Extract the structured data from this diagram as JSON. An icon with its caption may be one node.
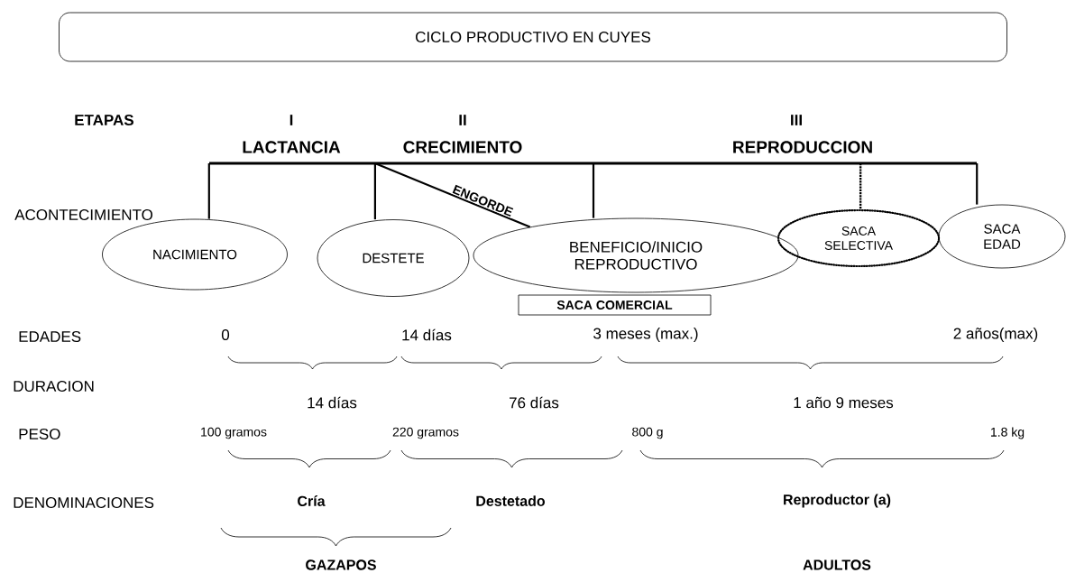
{
  "diagram": {
    "nodes": [
      {
        "text": [
          "CICLO PRODUCTIVO EN CUYES"
        ]
      },
      {
        "text": [],
        "shape": "bar"
      },
      {
        "text": [
          "NACIMIENTO"
        ]
      },
      {
        "text": [
          "DESTETE"
        ]
      },
      {
        "text": [
          "BENEFICIO/INICIO REPRODUCTIVO"
        ]
      },
      {
        "text": [
          "SACA SELECTIVA"
        ]
      },
      {
        "text": [
          "SACA EDAD"
        ]
      },
      {
        "text": [
          "SACA COMERCIAL"
        ]
      }
    ],
    "edges": [
      {
        "from": 1,
        "to": 2,
        "arrow": "none"
      },
      {
        "from": 1,
        "to": 3,
        "arrow": "none"
      },
      {
        "from": 1,
        "to": 4,
        "arrow": "none",
        "label": "ENGORDE"
      },
      {
        "from": 1,
        "to": 4,
        "arrow": "none"
      },
      {
        "from": 1,
        "to": 5,
        "arrow": "none",
        "style": "dashed"
      },
      {
        "from": 1,
        "to": 6,
        "arrow": "none"
      }
    ],
    "labels": [
      "ETAPAS",
      "I",
      "II",
      "III",
      "LACTANCIA",
      "CRECIMIENTO",
      "REPRODUCCION",
      "ACONTECIMIENTO",
      "EDADES",
      "0",
      "14 días",
      "3 meses (max.)",
      "2 años(max)",
      "DURACION",
      "14 días",
      "76 días",
      "1 año 9 meses",
      "PESO",
      "100 gramos",
      "220 gramos",
      "800 g",
      "1.8 kg",
      "DENOMINACIONES",
      "Cría",
      "Destetado",
      "Reproductor (a)",
      "GAZAPOS",
      "ADULTOS"
    ]
  }
}
